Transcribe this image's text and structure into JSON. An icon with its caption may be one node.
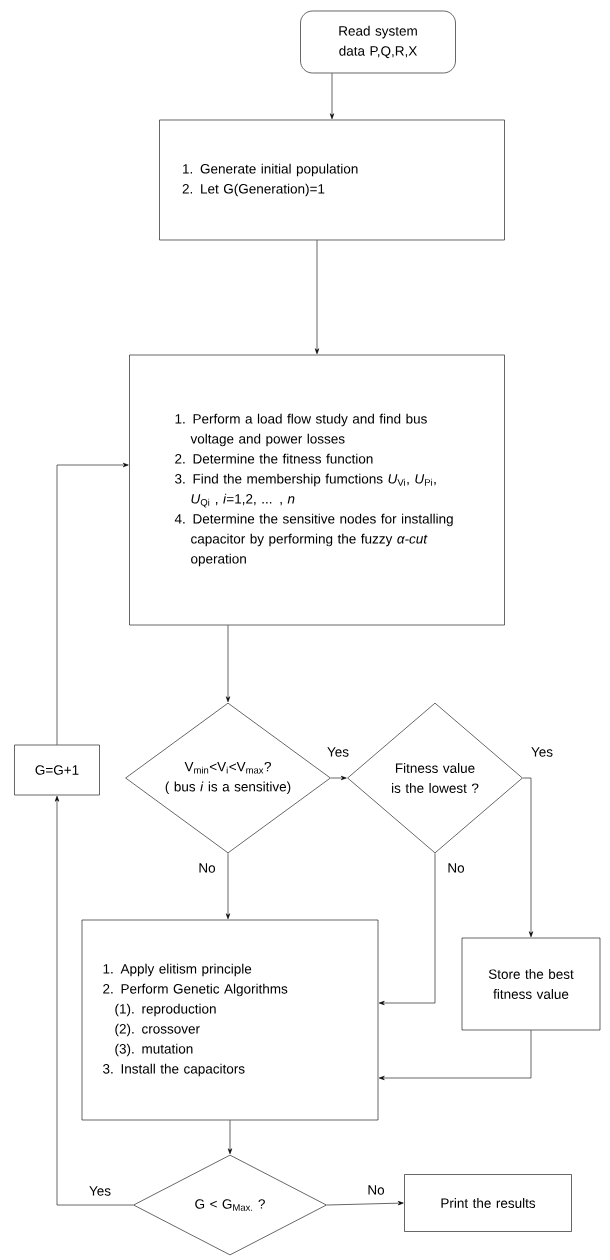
{
  "diagram": {
    "nodes": [
      {
        "text": [
          "Read system data P,Q,R,X"
        ]
      },
      {
        "text": [
          "1. Generate initial population",
          "2. Let G(Generation)=1"
        ]
      },
      {
        "text": [
          "1. Perform a load flow study and find bus voltage and power losses",
          "2. Determine the fitness function",
          "3. Find the membership fumctions *U*$_{Vi}$, *U*$_{Pi}$, *U*$_{Qi}$ , *i*=1,2, ... , *n*",
          "4. Determine the sensitive nodes for installing capacitor by performing the fuzzy *α-cut* operation"
        ]
      },
      {
        "text": [
          "V$_{min}$<V$_{i}$<V$_{max}$?",
          "( bus *i* is a sensitive)"
        ]
      },
      {
        "text": [
          "Fitness value is the lowest ?"
        ]
      },
      {
        "text": [
          "G=G+1"
        ]
      },
      {
        "text": [
          "Store the best fitness value"
        ]
      },
      {
        "text": [
          "1. Apply elitism principle",
          "2. Perform Genetic Algorithms",
          "(1). reproduction",
          "(2). crossover",
          "(3). mutation",
          "3. Install the capacitors"
        ]
      },
      {
        "text": [
          "G < G$_{Max.}$ ?"
        ]
      },
      {
        "text": [
          "Print the results"
        ]
      }
    ],
    "edges": [
      {
        "from": 0,
        "to": 1,
        "arrow": "to"
      },
      {
        "from": 1,
        "to": 2,
        "arrow": "to"
      },
      {
        "from": 2,
        "to": 3,
        "arrow": "to"
      },
      {
        "from": 3,
        "to": 4,
        "arrow": "to",
        "label": "Yes"
      },
      {
        "from": 4,
        "to": 6,
        "arrow": "to",
        "label": "Yes"
      },
      {
        "from": 4,
        "to": 7,
        "arrow": "to",
        "label": "No"
      },
      {
        "from": 3,
        "to": 7,
        "arrow": "to",
        "label": "No"
      },
      {
        "from": 6,
        "to": 7,
        "arrow": "to"
      },
      {
        "from": 7,
        "to": 8,
        "arrow": "to"
      },
      {
        "from": 8,
        "to": 9,
        "arrow": "to",
        "label": "No"
      },
      {
        "from": 8,
        "to": 5,
        "arrow": "to",
        "label": "Yes"
      },
      {
        "from": 5,
        "to": 2,
        "arrow": "to"
      }
    ]
  }
}
